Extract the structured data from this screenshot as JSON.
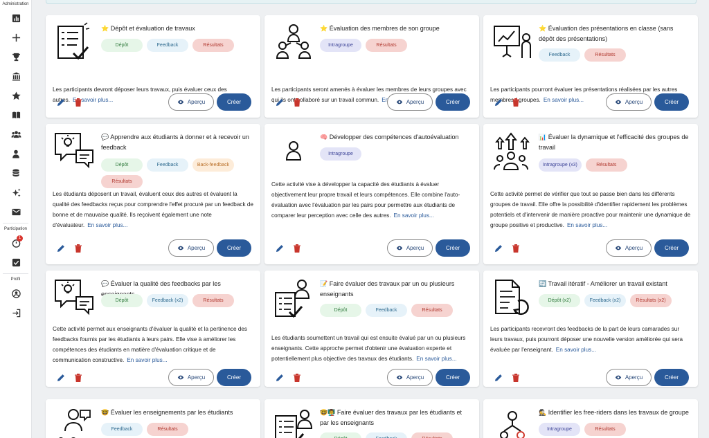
{
  "sidebar": {
    "admin_label": "Administration",
    "participation_label": "Participation",
    "profile_label": "Profil",
    "notification_count": "1",
    "icons": [
      "chart-icon",
      "plus-icon",
      "trophy-icon",
      "institution-icon",
      "star-icon",
      "book-icon",
      "users-icon",
      "user-icon",
      "database-icon",
      "sparkle-icon",
      "mail-icon",
      "timer-icon",
      "checkbox-icon",
      "account-icon",
      "logout-icon"
    ]
  },
  "common": {
    "preview_label": "Aperçu",
    "create_label": "Créer",
    "more_label": "En savoir plus..."
  },
  "cards": [
    {
      "emoji": "⭐",
      "title": "Dépôt et évaluation de travaux",
      "tags": [
        {
          "label": "Dépôt",
          "type": "depot"
        },
        {
          "label": "Feedback",
          "type": "feedback"
        },
        {
          "label": "Résultats",
          "type": "res"
        }
      ],
      "desc": "Les participants devront déposer leurs travaux, puis évaluer ceux des autres."
    },
    {
      "emoji": "⭐",
      "title": "Évaluation des membres de son groupe",
      "tags": [
        {
          "label": "Intragroupe",
          "type": "intra"
        },
        {
          "label": "Résultats",
          "type": "res"
        }
      ],
      "desc": "Les participants seront amenés à évaluer les membres de leurs groupes avec qui ils ont collaboré sur un travail commun."
    },
    {
      "emoji": "⭐",
      "title": "Évaluation des présentations en classe (sans dépôt des présentations)",
      "tags": [
        {
          "label": "Feedback",
          "type": "feedback"
        },
        {
          "label": "Résultats",
          "type": "res"
        }
      ],
      "desc": "Les participants pourront évaluer les présentations réalisées par les autres membres / groupes."
    },
    {
      "emoji": "💬",
      "title": "Apprendre aux étudiants à donner et à recevoir un feedback",
      "tags": [
        {
          "label": "Dépôt",
          "type": "depot"
        },
        {
          "label": "Feedback",
          "type": "feedback"
        },
        {
          "label": "Back-feedback",
          "type": "back"
        },
        {
          "label": "Résultats",
          "type": "res"
        }
      ],
      "desc": "Les étudiants déposent un travail, évaluent ceux des autres et évaluent la qualité des feedbacks reçus pour comprendre l'effet procuré par un feedback de bonne et de mauvaise qualité. Ils reçoivent également une note d'évaluateur."
    },
    {
      "emoji": "🧠",
      "title": "Développer des compétences d'autoévaluation",
      "tags": [
        {
          "label": "Intragroupe",
          "type": "intra"
        }
      ],
      "desc": "Cette activité vise à développer la capacité des étudiants à évaluer objectivement leur propre travail et leurs compétences. Elle combine l'auto-évaluation avec l'évaluation par les pairs pour permettre aux étudiants de comparer leur perception avec celle des autres."
    },
    {
      "emoji": "📊",
      "title": "Évaluer la dynamique et l'efficacité des groupes de travail",
      "tags": [
        {
          "label": "Intragroupe (x3)",
          "type": "intra"
        },
        {
          "label": "Résultats",
          "type": "res"
        }
      ],
      "desc": "Cette activité permet de vérifier que tout se passe bien dans les différents groupes de travail. Elle offre la possibilité d'identifier rapidement les problèmes potentiels et d'intervenir de manière proactive pour maintenir une dynamique de groupe positive et productive."
    },
    {
      "emoji": "💬",
      "title": "Évaluer la qualité des feedbacks par les enseignants",
      "tags": [
        {
          "label": "Dépôt",
          "type": "depot"
        },
        {
          "label": "Feedback (x2)",
          "type": "feedback"
        },
        {
          "label": "Résultats",
          "type": "res"
        }
      ],
      "desc": "Cette activité permet aux enseignants d'évaluer la qualité et la pertinence des feedbacks fournis par les étudiants à leurs pairs. Elle vise à améliorer les compétences des étudiants en matière d'évaluation critique et de communication constructive."
    },
    {
      "emoji": "📝",
      "title": "Faire évaluer des travaux par un ou plusieurs enseignants",
      "tags": [
        {
          "label": "Dépôt",
          "type": "depot"
        },
        {
          "label": "Feedback",
          "type": "feedback"
        },
        {
          "label": "Résultats",
          "type": "res"
        }
      ],
      "desc": "Les étudiants soumettent un travail qui est ensuite évalué par un ou plusieurs enseignants. Cette approche permet d'obtenir une évaluation experte et potentiellement plus objective des travaux des étudiants."
    },
    {
      "emoji": "🔄",
      "title": "Travail itératif - Améliorer un travail existant",
      "tags": [
        {
          "label": "Dépôt (x2)",
          "type": "depot"
        },
        {
          "label": "Feedback (x2)",
          "type": "feedback"
        },
        {
          "label": "Résultats (x2)",
          "type": "res"
        }
      ],
      "desc": "Les participants recevront des feedbacks de la part de leurs camarades sur leurs travaux, puis pourront déposer une nouvelle version améliorée qui sera évaluée par l'enseignant."
    },
    {
      "emoji": "🤓",
      "title": "Évaluer les enseignements par les étudiants",
      "tags": [
        {
          "label": "Feedback",
          "type": "feedback"
        },
        {
          "label": "Résultats",
          "type": "res"
        }
      ],
      "desc": ""
    },
    {
      "emoji": "🤓👨‍🏫",
      "title": "Faire évaluer des travaux par les étudiants et par les enseignants",
      "tags": [
        {
          "label": "Dépôt",
          "type": "depot"
        },
        {
          "label": "Feedback",
          "type": "feedback"
        },
        {
          "label": "Résultats",
          "type": "res"
        }
      ],
      "desc": ""
    },
    {
      "emoji": "🕵",
      "title": "Identifier les free-riders dans les travaux de groupe",
      "tags": [
        {
          "label": "Intragroupe",
          "type": "intra"
        },
        {
          "label": "Résultats",
          "type": "res"
        }
      ],
      "desc": ""
    }
  ]
}
